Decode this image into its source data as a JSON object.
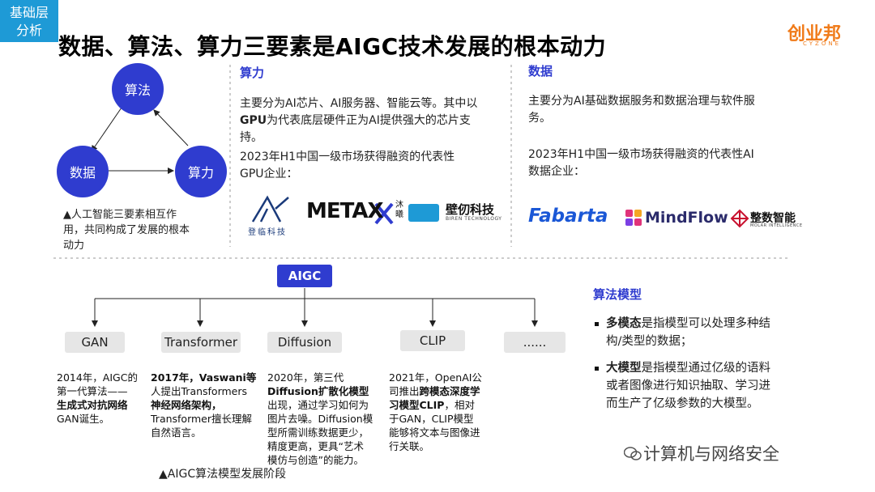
{
  "tag": [
    "基础层",
    "分析"
  ],
  "title": "数据、算法、算力三要素是AIGC技术发展的根本动力",
  "brand": {
    "name": "创业邦",
    "sub": "CYZONE"
  },
  "triangle": {
    "top": "算法",
    "left": "数据",
    "right": "算力",
    "caption": [
      "▲人工智能三要素相互作",
      "用，共同构成了发展的根本",
      "动力"
    ]
  },
  "compute": {
    "heading": "算力",
    "desc": [
      "主要分为AI芯片、AI服务器、智能云等。其中以",
      "GPU",
      "为代表底层硬件正为AI提供强大的芯片支",
      "持。"
    ],
    "companies_title": [
      "2023年H1中国一级市场获得融资的代表性",
      "GPU企业："
    ],
    "logos": {
      "denglin": "登临科技",
      "metax": "METAX",
      "metax_side": "沐曦",
      "biren": "壁仞科技",
      "biren_sub": "BIREN TECHNOLOGY"
    }
  },
  "data_section": {
    "heading": "数据",
    "desc": [
      "主要分为AI基础数据服务和数据治理与软件服",
      "务。"
    ],
    "companies_title": [
      "2023年H1中国一级市场获得融资的代表性AI",
      "数据企业："
    ],
    "logos": {
      "fabarta": "Fabarta",
      "mindflow": "MindFlow",
      "molar": "整数智能",
      "molar_sub": "MOLAR INTELLIGENCE"
    }
  },
  "tree": {
    "root": "AIGC",
    "nodes": [
      "GAN",
      "Transformer",
      "Diffusion",
      "CLIP",
      "......"
    ]
  },
  "gan": {
    "text": [
      "2014年，AIGC的",
      "第一代算法——",
      "生成式对抗网络",
      "GAN诞生。"
    ]
  },
  "transformer": {
    "b1": "2017年，Vaswani等",
    "t1": "人提出Transformers",
    "b2": "神经网络架构，",
    "t2": "Transformer擅长理解",
    "t3": "自然语言。"
  },
  "diffusion": {
    "t1": "2020年，第三代",
    "b1": "Diffusion扩散化模型",
    "t2": "出现，通过学习如何为",
    "t3": "图片去噪。Diffusion模",
    "t4": "型所需训练数据更少，",
    "t5": "精度更高，更具“艺术",
    "t6": "模仿与创造”的能力。"
  },
  "clip": {
    "t1": "2021年，OpenAI公",
    "t2": "司推出",
    "b1": "跨模态深度学",
    "b2": "习模型CLIP",
    "t3": "，相对",
    "t4": "于GAN，CLIP模型",
    "t5": "能够将文本与图像进",
    "t6": "行关联。"
  },
  "tree_caption": "▲AIGC算法模型发展阶段",
  "algo": {
    "heading": "算法模型",
    "items": [
      {
        "bold": "多模态",
        "text": "是指模型可以处理多种结构/类型的数据；"
      },
      {
        "bold": "大模型",
        "text": "是指模型通过亿级的语料或者图像进行知识抽取、学习进而生产了亿级参数的大模型。"
      }
    ]
  },
  "watermark": "计算机与网络安全",
  "colors": {
    "accent": "#2f3ccf",
    "tag": "#1e9ad6",
    "brand": "#f07b1a",
    "pill": "#e6e6e6"
  }
}
